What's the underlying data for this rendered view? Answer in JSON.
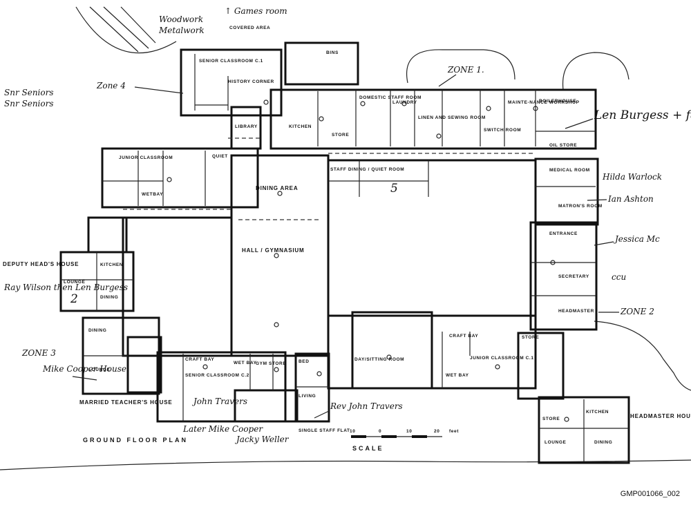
{
  "title": "GROUND FLOOR PLAN",
  "reference": "GMP001066_002",
  "scale": {
    "label": "SCALE",
    "ticks": [
      "10",
      "0",
      "10",
      "20"
    ],
    "unit": "feet"
  },
  "rooms": {
    "covered_area": "COVERED AREA",
    "senior_classroom_c1": "SENIOR CLASSROOM C.1",
    "history_corner": "HISTORY CORNER",
    "library": "LIBRARY",
    "kitchen": "KITCHEN",
    "store": "STORE",
    "domestic_staff_room": "DOMESTIC STAFF ROOM",
    "laundry": "LAUNDRY",
    "linen_sewing": "LINEN AND SEWING ROOM",
    "boilerhouse": "BOILERHOUSE",
    "maintenance_workshop": "MAINTE-NANCE WORKSHOP",
    "switch_room": "SWITCH ROOM",
    "oil_store": "OIL STORE",
    "bins": "BINS",
    "junior_classroom_top": "JUNIOR CLASSROOM",
    "wetbay": "WETBAY",
    "quiet_room": "QUIET",
    "staff_dining_quiet": "STAFF DINING / QUIET ROOM",
    "dining_area": "DINING AREA",
    "medical_room": "MEDICAL ROOM",
    "matrons_room": "MATRON'S ROOM",
    "entrance": "ENTRANCE",
    "secretary": "SECRETARY",
    "headmaster": "HEADMASTER",
    "hall_gymnasium": "HALL / GYMNASIUM",
    "deputy_heads_house": "DEPUTY HEAD'S HOUSE",
    "kitchen_dh": "KITCHEN",
    "lounge_dh": "LOUNGE",
    "dining_dh": "DINING",
    "dining_mt": "DINING",
    "lounge_mt": "LOUNGE",
    "married_teachers_house": "MARRIED TEACHER'S HOUSE",
    "craft_bay": "CRAFT BAY",
    "senior_classroom_c2": "SENIOR CLASSROOM C.2",
    "wet_bay": "WET BAY",
    "gym_store": "GYM STORE",
    "bed": "BED",
    "living": "LIVING",
    "single_staff_flat": "SINGLE STAFF FLAT",
    "day_sitting_room": "DAY/SITTING ROOM",
    "craft_bay_jr": "CRAFT BAY",
    "junior_classroom_c1": "JUNIOR CLASSROOM C.1",
    "wet_bay_jr": "WET BAY",
    "store_jr": "STORE",
    "headmaster_house": "HEADMASTER HOUSE",
    "store_hm": "STORE",
    "kitchen_hm": "KITCHEN",
    "lounge_hm": "LOUNGE",
    "dining_hm": "DINING"
  },
  "annotations": {
    "woodwork": "Woodwork",
    "metalwork": "Metalwork",
    "games_room": "↑ Games room",
    "zone1": "ZONE 1.",
    "zone2": "ZONE 2",
    "zone3": "ZONE 3",
    "zone4": "Zone 4",
    "senior_note1": "Snr Seniors",
    "senior_note2": "Snr Seniors",
    "len_burgess": "Len Burgess + family",
    "hilda_warlock": "Hilda Warlock",
    "ian_ashton": "Ian Ashton",
    "jessica": "Jessica Mc",
    "ccu": "ccu",
    "ray_wilson": "Ray Wilson then Len Burgess",
    "mike_cooper": "Mike Cooper House",
    "john_travers": "John Travers",
    "later_mike_cooper": "Later Mike Cooper",
    "jacky_weller": "Jacky Weller",
    "rev_john_travers": "Rev John Travers",
    "mark_2": "2",
    "mark_5": "5"
  }
}
